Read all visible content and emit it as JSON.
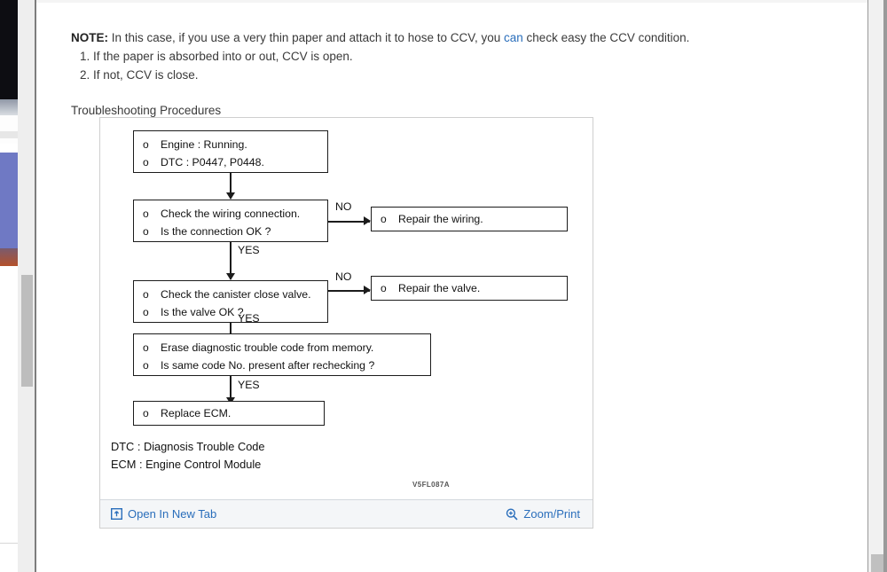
{
  "document": {
    "note": {
      "label": "NOTE:",
      "text_before_link": " In this case, if you use a very thin paper and attach it to hose to CCV, you ",
      "link_text": "can",
      "text_after_link": " check easy the CCV condition."
    },
    "list_items": [
      "1. If the paper is absorbed into or out, CCV is open.",
      "2. If not, CCV is close."
    ],
    "section_title": "Troubleshooting Procedures"
  },
  "figure": {
    "code": "V5FL087A",
    "flow": {
      "box_start": {
        "lines": [
          "Engine : Running.",
          "DTC : P0447, P0448."
        ]
      },
      "box_wiring": {
        "lines": [
          "Check the wiring connection.",
          "Is the connection OK ?"
        ]
      },
      "box_repair_wiring": {
        "lines": [
          "Repair the wiring."
        ]
      },
      "box_valve": {
        "lines": [
          "Check the canister close valve.",
          "Is the valve OK ?"
        ]
      },
      "box_repair_valve": {
        "lines": [
          "Repair the valve."
        ]
      },
      "box_erase": {
        "lines": [
          "Erase diagnostic trouble code from memory.",
          "Is same code No. present after rechecking ?"
        ]
      },
      "box_replace_ecm": {
        "lines": [
          "Replace ECM."
        ]
      },
      "edges": {
        "no_wiring": "NO",
        "yes_wiring": "YES",
        "no_valve": "NO",
        "yes_valve": "YES",
        "yes_erase": "YES"
      },
      "bullet": "o"
    },
    "legend": [
      "DTC : Diagnosis Trouble Code",
      "ECM : Engine Control Module"
    ],
    "footer": {
      "open_new_tab_label": "Open In New Tab",
      "zoom_print_label": "Zoom/Print"
    }
  },
  "colors": {
    "link": "#2a6ebb",
    "text": "#3a3a3a",
    "diagram_stroke": "#1c1c1c",
    "footer_bg": "#f4f6f8"
  }
}
